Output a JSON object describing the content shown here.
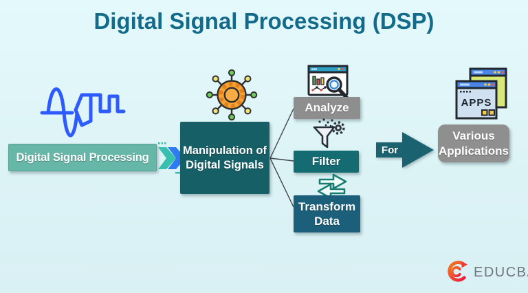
{
  "title": "Digital Signal Processing (DSP)",
  "flow": {
    "input": {
      "label": "Digital Signal Processing"
    },
    "process": {
      "label": "Manipulation of\nDigital Signals"
    },
    "operations": [
      {
        "label": "Analyze"
      },
      {
        "label": "Filter"
      },
      {
        "label": "Transform\nData"
      }
    ],
    "connector": {
      "label": "For"
    },
    "output": {
      "label": "Various\nApplications"
    }
  },
  "icons": {
    "waveform": "analog-to-digital-waveform-icon",
    "chevrons": "fast-forward-chevrons-icon",
    "gear": "processing-gear-icon",
    "analyze": "analytics-window-magnifier-icon",
    "filter": "funnel-filter-icon",
    "transform": "exchange-arrows-icon",
    "apps": "application-windows-icon",
    "apps_label": "APPS"
  },
  "branding": {
    "logo": "EDUCBA"
  },
  "colors": {
    "background": "#dcf3f6",
    "title": "#136b8c",
    "input_box": "#67b7a8",
    "process_box": "#175f66",
    "analyze_box": "#8e8e8e",
    "filter_box": "#156b72",
    "transform_box": "#1b5f7a",
    "arrow": "#1a6270",
    "output_box": "#8f8f8f",
    "waveform_blue": "#2e5bff",
    "chevron_teal": "#39bfae",
    "chevron_blue": "#2f7cf0"
  }
}
